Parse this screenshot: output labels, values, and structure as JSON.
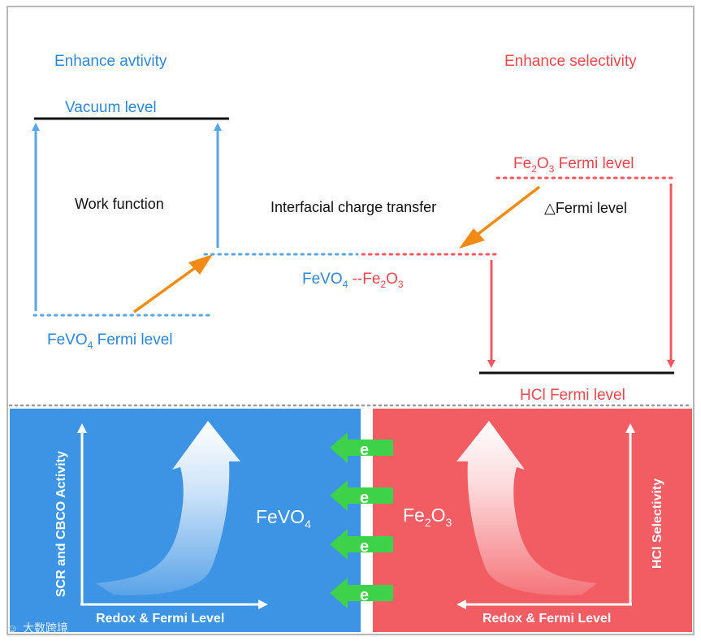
{
  "colors": {
    "blue_text": "#2f86d6",
    "red_text": "#e8474d",
    "blue_line": "#5aa6e6",
    "red_line": "#ef5a61",
    "orange": "#f28a16",
    "panel_blue": "#3d93e4",
    "panel_red": "#f25d63",
    "electron_green": "#3ed24a"
  },
  "top": {
    "left_heading": "Enhance avtivity",
    "right_heading": "Enhance selectivity",
    "vacuum_label": "Vacuum level",
    "work_function_label": "Work function",
    "fevo4_fermi_prefix": "FeVO",
    "fevo4_fermi_sub": "4",
    "fevo4_fermi_suffix": " Fermi level",
    "interfacial_label": "Interfacial charge transfer",
    "junction_fevo4": "FeVO",
    "junction_fevo4_sub": "4",
    "junction_sep": " --",
    "junction_fe2o3_a": "Fe",
    "junction_fe2o3_sub1": "2",
    "junction_fe2o3_b": "O",
    "junction_fe2o3_sub2": "3",
    "fe2o3_fermi_a": "Fe",
    "fe2o3_fermi_sub1": "2",
    "fe2o3_fermi_b": "O",
    "fe2o3_fermi_sub2": "3",
    "fe2o3_fermi_suffix": " Fermi level",
    "delta_fermi_label": "△Fermi level",
    "hcl_fermi_label": "HCl Fermi level"
  },
  "bottom": {
    "left_material": "FeVO",
    "left_material_sub": "4",
    "right_material_a": "Fe",
    "right_material_sub1": "2",
    "right_material_b": "O",
    "right_material_sub2": "3",
    "left_y_axis": "SCR and CBCO Activity",
    "left_x_axis": "Redox & Fermi Level",
    "right_y_axis": "HCl Selectivity",
    "right_x_axis": "Redox & Fermi Level",
    "electron_label": "e"
  },
  "watermark": "大数跨境"
}
